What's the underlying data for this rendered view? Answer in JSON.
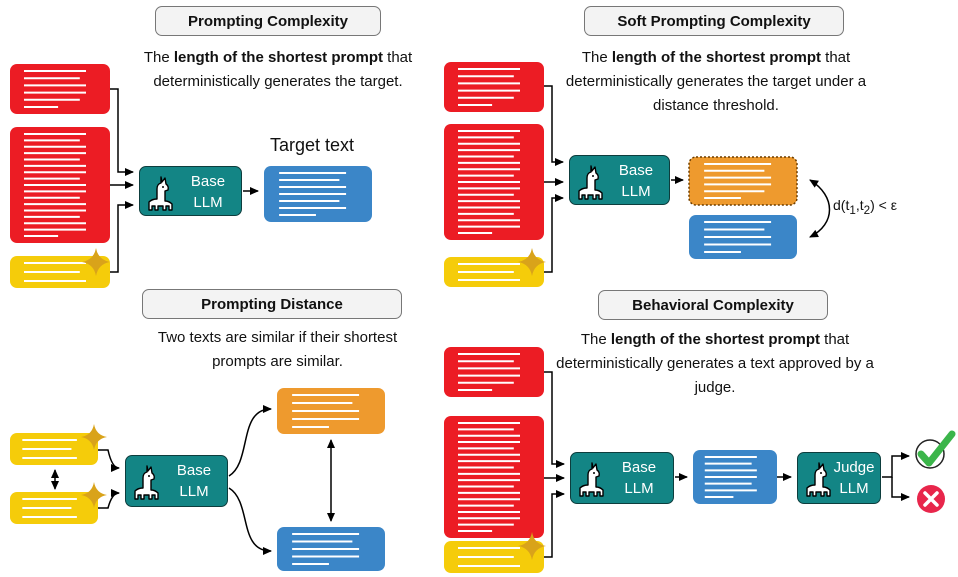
{
  "panels": {
    "prompting_complexity": {
      "title": "Prompting Complexity",
      "desc_pre": "The ",
      "desc_bold": "length of the shortest prompt",
      "desc_post": " that deterministically generates the target.",
      "llm_line1": "Base",
      "llm_line2": "LLM",
      "target_label": "Target text"
    },
    "soft_prompting_complexity": {
      "title": "Soft Prompting Complexity",
      "desc_pre": "The ",
      "desc_bold": "length of the shortest prompt",
      "desc_post": " that deterministically generates the target under a distance threshold.",
      "llm_line1": "Base",
      "llm_line2": "LLM",
      "distance_d": "d(t",
      "distance_sub1": "1",
      "distance_comma": ",t",
      "distance_sub2": "2",
      "distance_rest": ") < ε"
    },
    "prompting_distance": {
      "title": "Prompting Distance",
      "desc": "Two texts are similar if their shortest prompts are similar.",
      "llm_line1": "Base",
      "llm_line2": "LLM"
    },
    "behavioral_complexity": {
      "title": "Behavioral Complexity",
      "desc_pre": "The ",
      "desc_bold": "length of the shortest prompt",
      "desc_post": " that deterministically generates a text approved by a judge.",
      "llm_line1": "Base",
      "llm_line2": "LLM",
      "judge_line1": "Judge",
      "judge_line2": "LLM"
    }
  },
  "colors": {
    "red": "#ec1c24",
    "yellow": "#f5cc0a",
    "blue": "#3b86c8",
    "orange": "#ee9a2e",
    "teal": "#138585",
    "green": "#3bb54a",
    "reject": "#e8264b"
  },
  "icons": [
    "llama-icon",
    "sparkle-icon",
    "check-icon",
    "cross-icon"
  ]
}
